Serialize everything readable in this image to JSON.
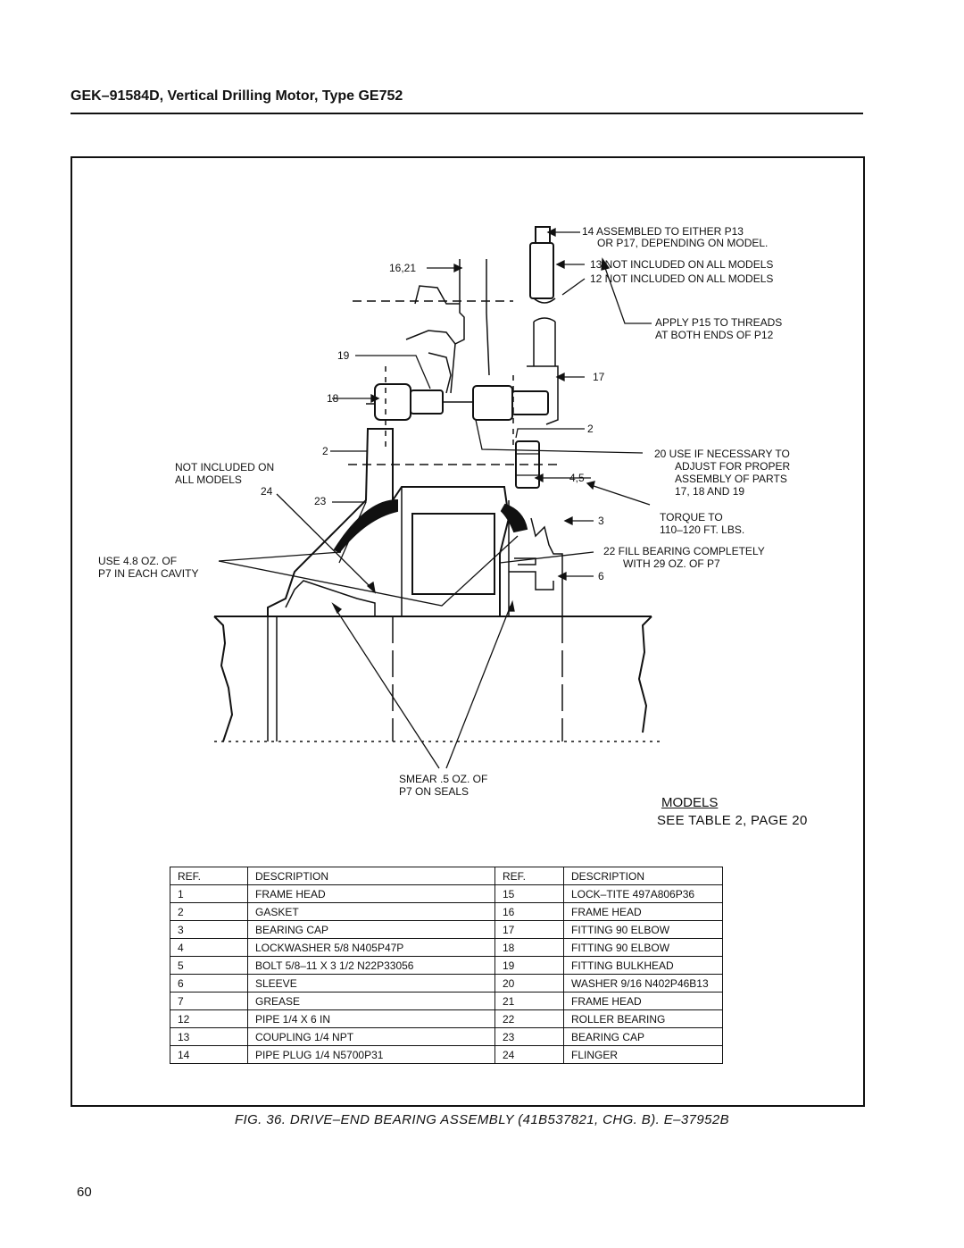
{
  "header": {
    "title": "GEK–91584D, Vertical Drilling Motor, Type GE752"
  },
  "figure": {
    "callouts": {
      "c14": "14 ASSEMBLED TO EITHER P13",
      "c14b": "OR P17, DEPENDING ON MODEL.",
      "c13": "13  NOT INCLUDED ON ALL MODELS",
      "c12": "12  NOT INCLUDED ON ALL MODELS",
      "p15a": "APPLY P15 TO THREADS",
      "p15b": "AT BOTH ENDS OF P12",
      "c1621": "16,21",
      "c19": "19",
      "c17": "17",
      "c18": "18",
      "c2a": "2",
      "c2b": "2",
      "c20a": "20  USE IF NECESSARY TO",
      "c20b": "ADJUST FOR PROPER",
      "c20c": "ASSEMBLY OF PARTS",
      "c20d": "17, 18 AND 19",
      "c45": "4,5",
      "niA": "NOT INCLUDED ON",
      "niB": "ALL MODELS",
      "c24": "24",
      "c23": "23",
      "torqueA": "TORQUE TO",
      "torqueB": "110–120 FT. LBS.",
      "c3": "3",
      "useA": "USE 4.8 OZ. OF",
      "useB": "P7 IN EACH CAVITY",
      "c22a": "22  FILL BEARING COMPLETELY",
      "c22b": "WITH 29 OZ. OF P7",
      "c6": "6",
      "smearA": "SMEAR .5 OZ. OF",
      "smearB": "P7 ON SEALS"
    },
    "models_label": "MODELS",
    "see_table": "SEE TABLE 2, PAGE  20",
    "table": {
      "headers": [
        "REF.",
        "DESCRIPTION",
        "REF.",
        "DESCRIPTION"
      ],
      "rows": [
        [
          "1",
          "FRAME HEAD",
          "15",
          "LOCK–TITE 497A806P36"
        ],
        [
          "2",
          "GASKET",
          "16",
          "FRAME HEAD"
        ],
        [
          "3",
          "BEARING CAP",
          "17",
          "FITTING 90 ELBOW"
        ],
        [
          "4",
          "LOCKWASHER 5/8 N405P47P",
          "18",
          "FITTING 90 ELBOW"
        ],
        [
          "5",
          "BOLT 5/8–11 X 3 1/2 N22P33056",
          "19",
          "FITTING BULKHEAD"
        ],
        [
          "6",
          "SLEEVE",
          "20",
          "WASHER 9/16 N402P46B13"
        ],
        [
          "7",
          "GREASE",
          "21",
          "FRAME HEAD"
        ],
        [
          "12",
          "PIPE 1/4 X 6 IN",
          "22",
          "ROLLER BEARING"
        ],
        [
          "13",
          "COUPLING 1/4 NPT",
          "23",
          "BEARING CAP"
        ],
        [
          "14",
          "PIPE PLUG 1/4 N5700P31",
          "24",
          "FLINGER"
        ]
      ]
    },
    "caption": "FIG. 36.  DRIVE–END BEARING ASSEMBLY (41B537821, CHG. B).   E–37952B"
  },
  "page_number": "60"
}
